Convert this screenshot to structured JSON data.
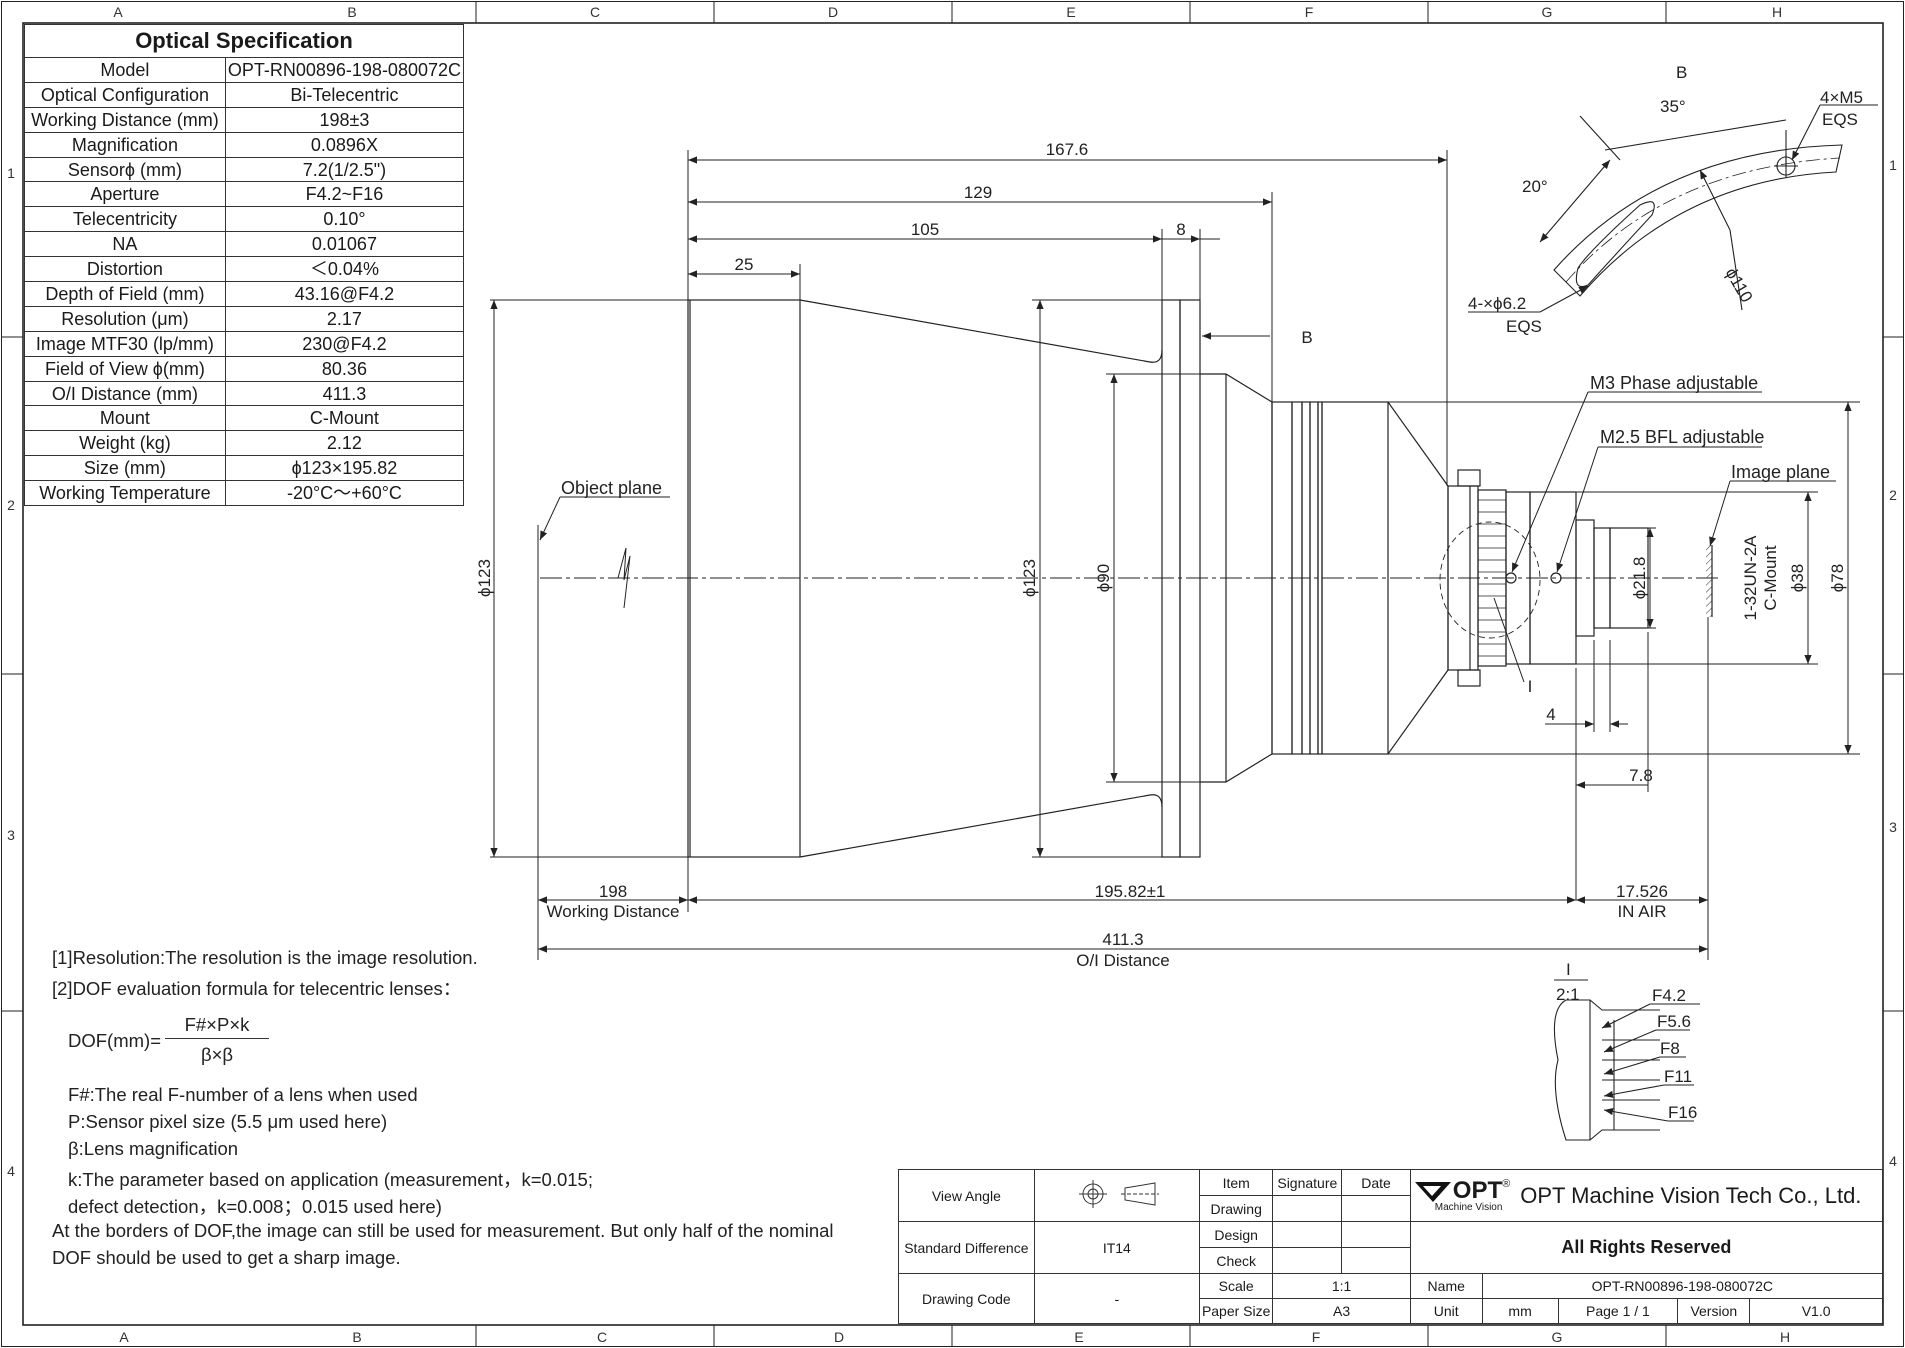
{
  "border": {
    "columns": [
      "A",
      "B",
      "C",
      "D",
      "E",
      "F",
      "G",
      "H"
    ],
    "rows": [
      "1",
      "2",
      "3",
      "4"
    ]
  },
  "spec": {
    "title": "Optical Specification",
    "rows": [
      {
        "k": "Model",
        "v": "OPT-RN00896-198-080072C"
      },
      {
        "k": "Optical Configuration",
        "v": "Bi-Telecentric"
      },
      {
        "k": "Working Distance (mm)",
        "v": "198±3"
      },
      {
        "k": "Magnification",
        "v": "0.0896X"
      },
      {
        "k": "Sensorϕ (mm)",
        "v": "7.2(1/2.5\")"
      },
      {
        "k": "Aperture",
        "v": "F4.2~F16"
      },
      {
        "k": "Telecentricity",
        "v": "0.10°"
      },
      {
        "k": "NA",
        "v": "0.01067"
      },
      {
        "k": "Distortion",
        "v": "＜0.04%"
      },
      {
        "k": "Depth of Field (mm)",
        "v": "43.16@F4.2"
      },
      {
        "k": "Resolution (μm)",
        "v": "2.17"
      },
      {
        "k": "Image MTF30 (lp/mm)",
        "v": "230@F4.2"
      },
      {
        "k": "Field of View ϕ(mm)",
        "v": "80.36"
      },
      {
        "k": "O/I Distance (mm)",
        "v": "411.3"
      },
      {
        "k": "Mount",
        "v": "C-Mount"
      },
      {
        "k": "Weight (kg)",
        "v": "2.12"
      },
      {
        "k": "Size (mm)",
        "v": "ϕ123×195.82"
      },
      {
        "k": "Working Temperature",
        "v": "-20°C～+60°C"
      }
    ]
  },
  "dims": {
    "d167": "167.6",
    "d129": "129",
    "d105": "105",
    "d8": "8",
    "d25": "25",
    "phi123_left": "ϕ123",
    "phi123_mid": "ϕ123",
    "phi90": "ϕ90",
    "phi21": "ϕ21.8",
    "thread": "1-32UN-2A",
    "cmount": "C-Mount",
    "phi38": "ϕ38",
    "phi78": "ϕ78",
    "d4": "4",
    "d78": "7.8",
    "wd": "198",
    "wd_label": "Working Distance",
    "len": "195.82±1",
    "bfl": "17.526",
    "inair": "IN AIR",
    "oi": "411.3",
    "oi_label": "O/I Distance",
    "b_arrow": "B",
    "detail_i": "I"
  },
  "callouts": {
    "object_plane": "Object plane",
    "m3": "M3 Phase adjustable",
    "m25": "M2.5 BFL adjustable",
    "image_plane": "Image plane"
  },
  "viewB": {
    "title": "B",
    "a35": "35°",
    "a20": "20°",
    "m5": "4×M5",
    "eqs1": "EQS",
    "holes": "4-×ϕ6.2",
    "eqs2": "EQS",
    "phi110": "ϕ110"
  },
  "detail": {
    "title": "I",
    "scale": "2:1",
    "fstops": [
      "F4.2",
      "F5.6",
      "F8",
      "F11",
      "F16"
    ]
  },
  "notes": {
    "n1": "[1]Resolution:The resolution is  the image resolution.",
    "n2": "[2]DOF evaluation formula for telecentric lenses：",
    "dof": "DOF(mm)=",
    "num": "F#×P×k",
    "den": "β×β",
    "f": "F#:The real F-number of a lens when used",
    "p": "P:Sensor pixel size (5.5 μm used here)",
    "b": "β:Lens magnification",
    "k1": "k:The parameter based on application (measurement，k=0.015;",
    "k2": "defect detection，k=0.008；0.015 used here)",
    "b1": "At the borders of DOF,the image can still be used for measurement. But only half of the nominal",
    "b2": "DOF should be used to get a sharp image."
  },
  "titleblock": {
    "view_angle": "View Angle",
    "item": "Item",
    "signature": "Signature",
    "date": "Date",
    "drawing": "Drawing",
    "design": "Design",
    "check": "Check",
    "std_diff": "Standard Difference",
    "it14": "IT14",
    "drawing_code": "Drawing Code",
    "code_val": "-",
    "scale": "Scale",
    "scale_val": "1:1",
    "paper": "Paper Size",
    "paper_val": "A3",
    "logo": "OPT",
    "logo_sub": "Machine Vision",
    "company": "OPT Machine Vision Tech Co., Ltd.",
    "rights": "All Rights Reserved",
    "name": "Name",
    "name_val": "OPT-RN00896-198-080072C",
    "unit": "Unit",
    "unit_val": "mm",
    "page": "Page 1 / 1",
    "version": "Version",
    "version_val": "V1.0"
  }
}
